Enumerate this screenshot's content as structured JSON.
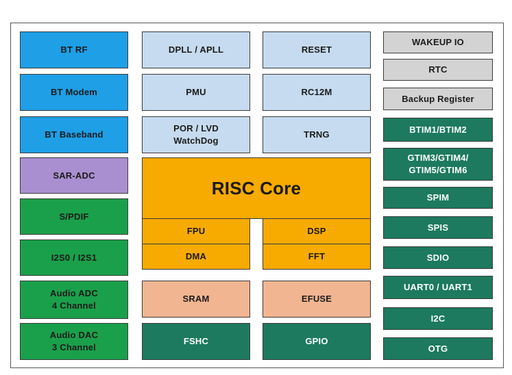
{
  "diagram": {
    "col_left": [
      {
        "id": "bt-rf",
        "label": "BT RF",
        "color": "#1e9fe6"
      },
      {
        "id": "bt-modem",
        "label": "BT Modem",
        "color": "#1e9fe6"
      },
      {
        "id": "bt-baseband",
        "label": "BT Baseband",
        "color": "#1e9fe6"
      },
      {
        "id": "sar-adc",
        "label": "SAR-ADC",
        "color": "#a98fd0"
      },
      {
        "id": "spdif",
        "label": "S/PDIF",
        "color": "#1aa04a"
      },
      {
        "id": "i2s",
        "label": "I2S0 / I2S1",
        "color": "#1aa04a"
      },
      {
        "id": "audio-adc",
        "label": "Audio ADC\n4 Channel",
        "color": "#1aa04a"
      },
      {
        "id": "audio-dac",
        "label": "Audio DAC\n3 Channel",
        "color": "#1aa04a"
      }
    ],
    "col_mid1": [
      {
        "id": "dpll-apll",
        "label": "DPLL / APLL",
        "color": "#c6dbef"
      },
      {
        "id": "pmu",
        "label": "PMU",
        "color": "#c6dbef"
      },
      {
        "id": "por-lvd",
        "label": "POR / LVD\nWatchDog",
        "color": "#c6dbef"
      },
      {
        "id": "sram",
        "label": "SRAM",
        "color": "#f2b591"
      },
      {
        "id": "fshc",
        "label": "FSHC",
        "color": "#1d7a5e"
      }
    ],
    "col_mid2": [
      {
        "id": "reset",
        "label": "RESET",
        "color": "#c6dbef"
      },
      {
        "id": "rc12m",
        "label": "RC12M",
        "color": "#c6dbef"
      },
      {
        "id": "trng",
        "label": "TRNG",
        "color": "#c6dbef"
      },
      {
        "id": "efuse",
        "label": "EFUSE",
        "color": "#f2b591"
      },
      {
        "id": "gpio",
        "label": "GPIO",
        "color": "#1d7a5e"
      }
    ],
    "core": {
      "title": "RISC Core",
      "color": "#f7aa00",
      "fpu": "FPU",
      "dsp": "DSP",
      "dma": "DMA",
      "fft": "FFT"
    },
    "col_right": [
      {
        "id": "wakeup-io",
        "label": "WAKEUP IO",
        "color": "#d3d3d3"
      },
      {
        "id": "rtc",
        "label": "RTC",
        "color": "#d3d3d3"
      },
      {
        "id": "backup-register",
        "label": "Backup Register",
        "color": "#d3d3d3"
      },
      {
        "id": "btim",
        "label": "BTIM1/BTIM2",
        "color": "#1d7a5e"
      },
      {
        "id": "gtim",
        "label": "GTIM3/GTIM4/\nGTIM5/GTIM6",
        "color": "#1d7a5e"
      },
      {
        "id": "spim",
        "label": "SPIM",
        "color": "#1d7a5e"
      },
      {
        "id": "spis",
        "label": "SPIS",
        "color": "#1d7a5e"
      },
      {
        "id": "sdio",
        "label": "SDIO",
        "color": "#1d7a5e"
      },
      {
        "id": "uart",
        "label": "UART0 / UART1",
        "color": "#1d7a5e"
      },
      {
        "id": "i2c",
        "label": "I2C",
        "color": "#1d7a5e"
      },
      {
        "id": "otg",
        "label": "OTG",
        "color": "#1d7a5e"
      }
    ]
  }
}
